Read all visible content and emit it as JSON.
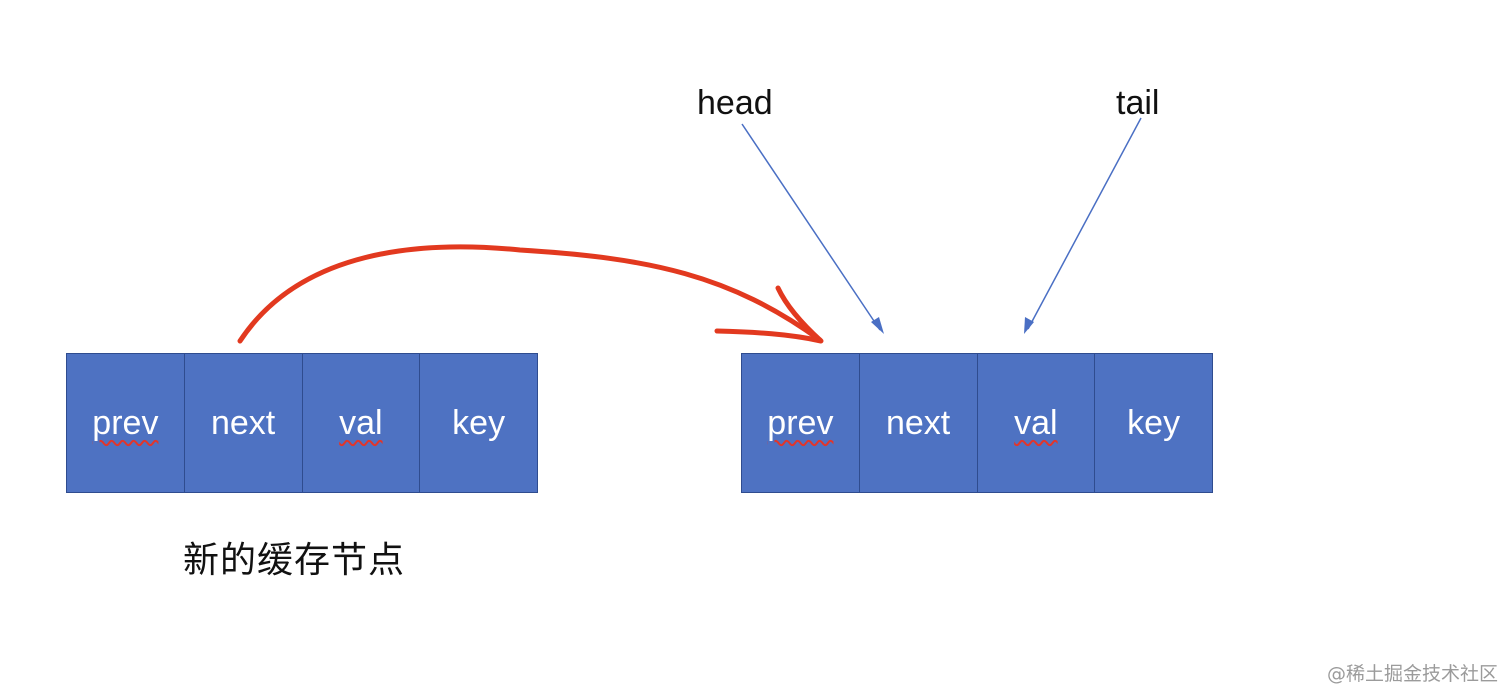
{
  "diagram": {
    "new_node": {
      "fields": [
        "prev",
        "next",
        "val",
        "key"
      ],
      "caption": "新的缓存节点"
    },
    "list_node": {
      "fields": [
        "prev",
        "next",
        "val",
        "key"
      ]
    },
    "pointers": {
      "head": "head",
      "tail": "tail"
    },
    "colors": {
      "cell_fill": "#4e72c2",
      "cell_border": "#2f4c8f",
      "pointer_arrow": "#4a6fc4",
      "link_arrow": "#e2391f"
    }
  },
  "watermark": "@稀土掘金技术社区"
}
